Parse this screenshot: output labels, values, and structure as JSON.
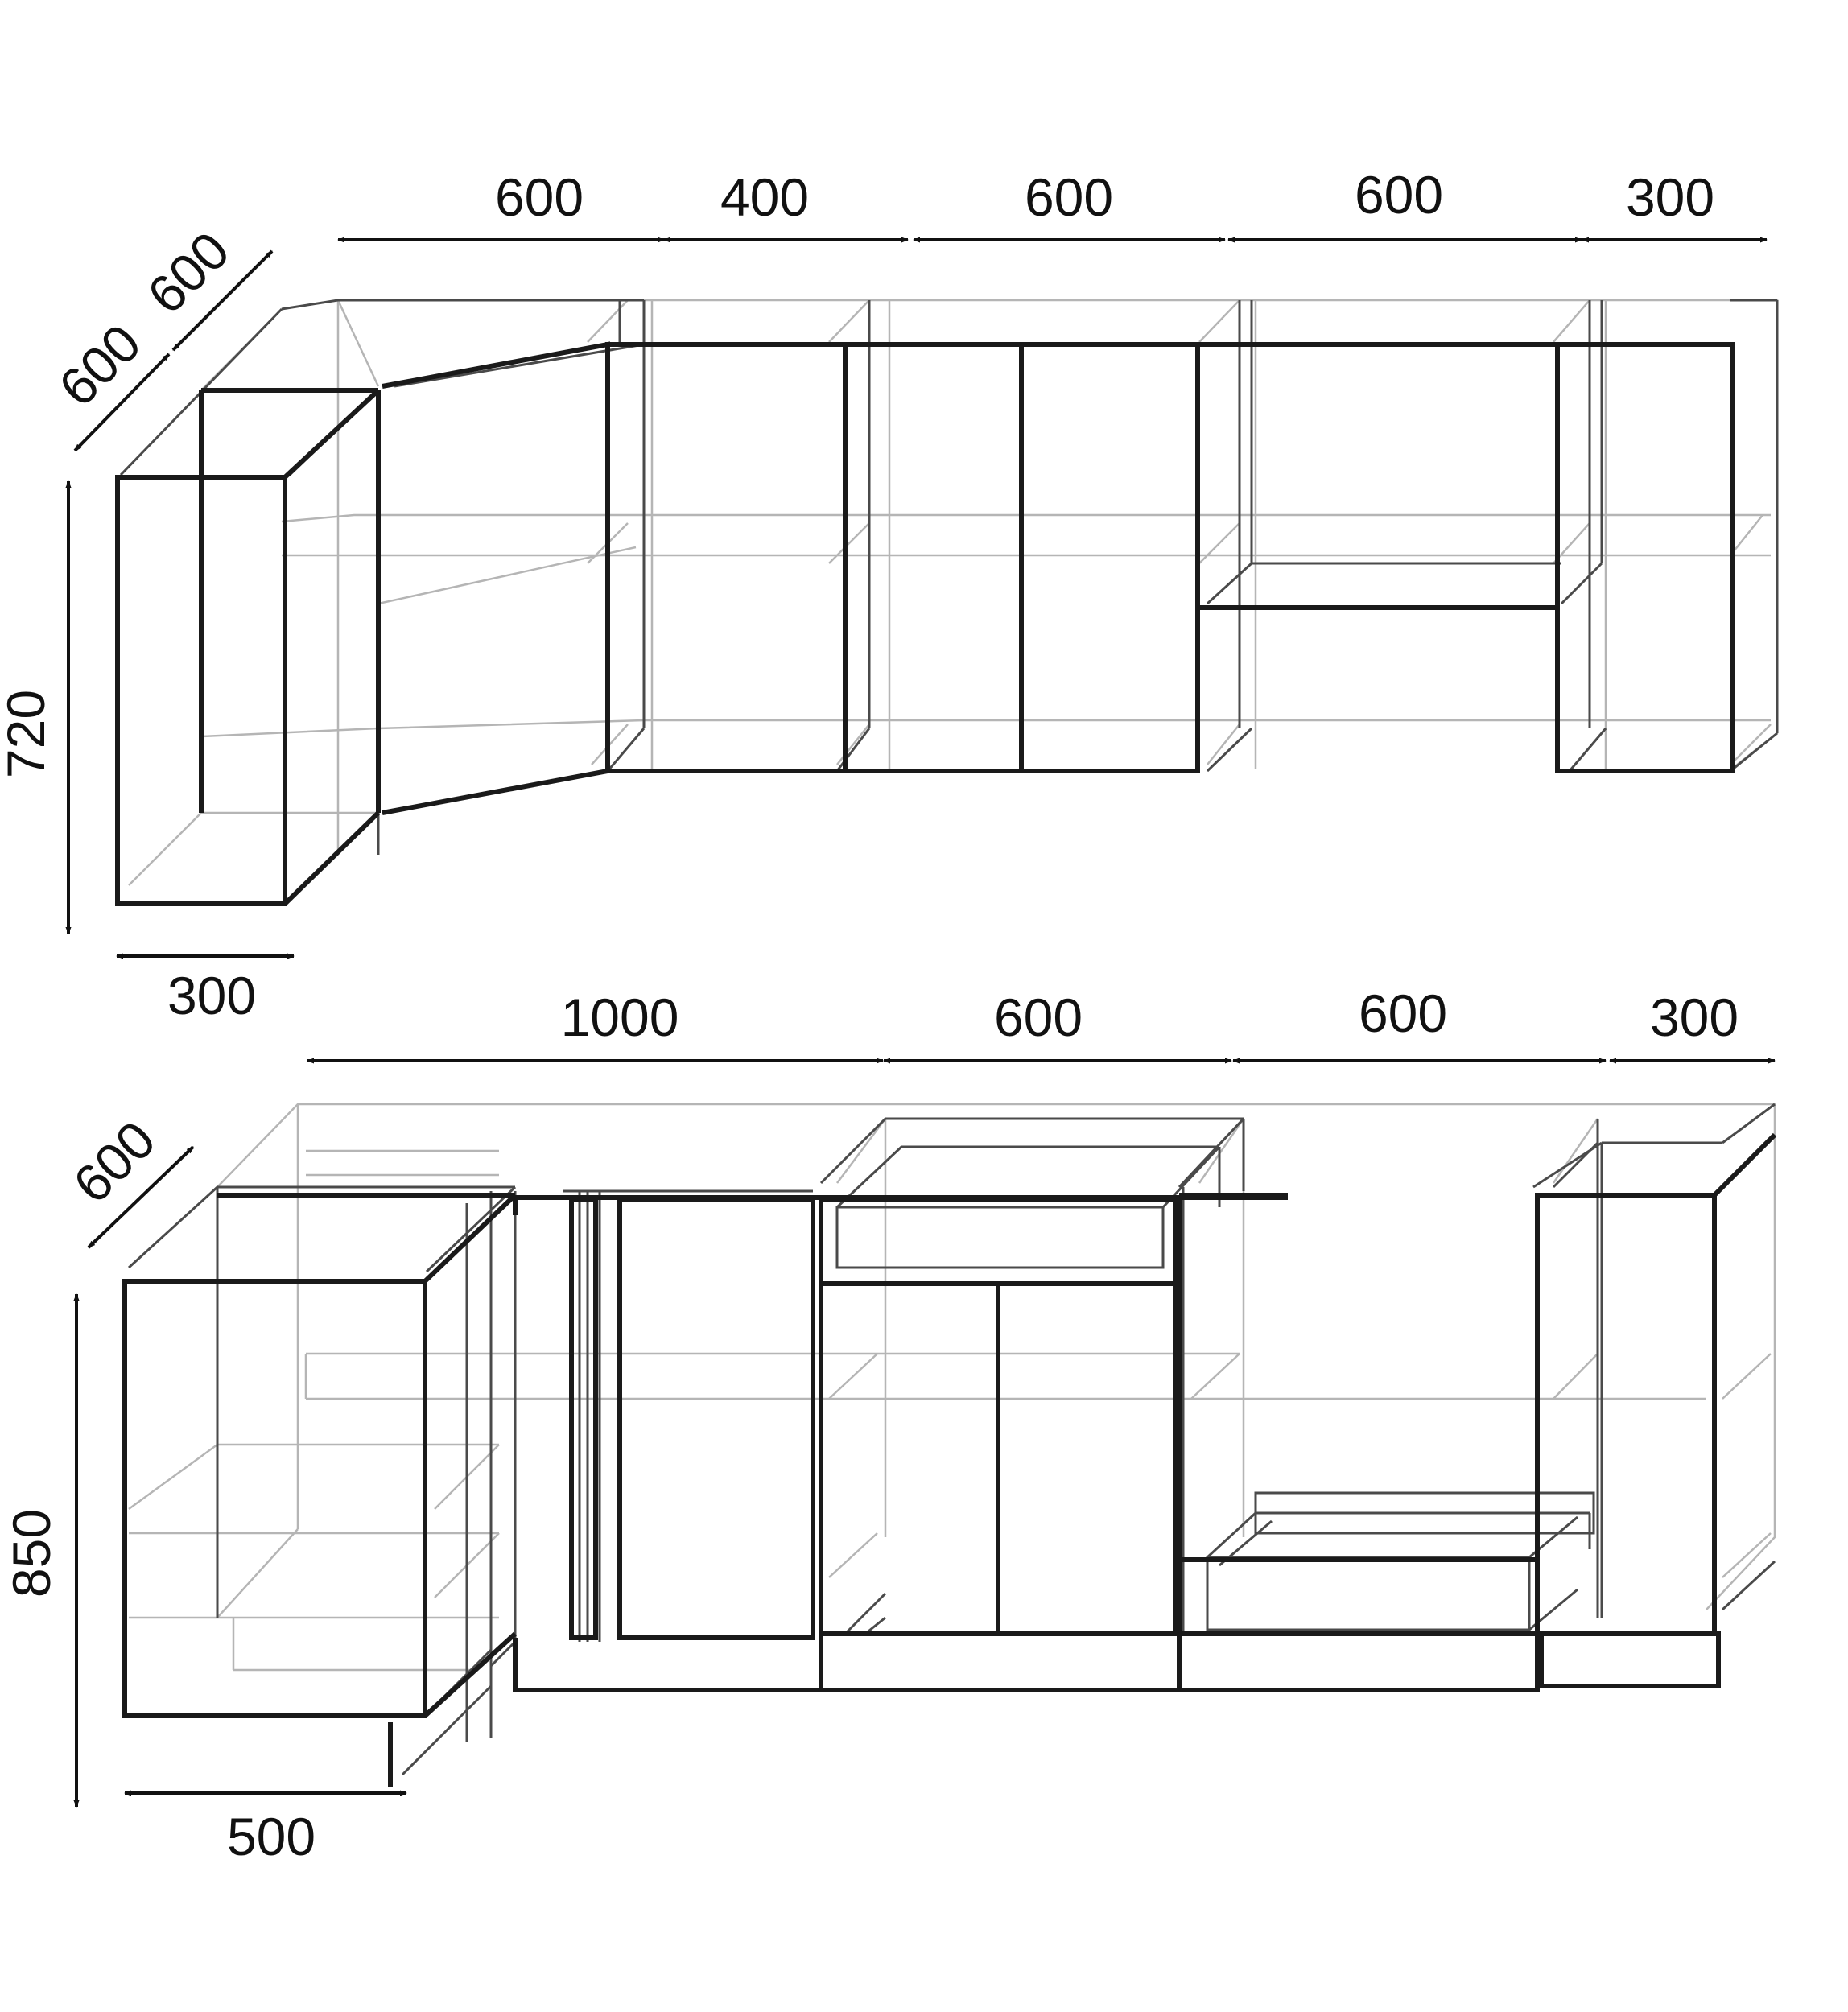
{
  "diagram": {
    "upper_cabinets": {
      "widths": [
        "600",
        "400",
        "600",
        "600",
        "300"
      ],
      "side_depths": [
        "600",
        "600"
      ],
      "height": "720",
      "corner_width": "300"
    },
    "base_cabinets": {
      "widths": [
        "1000",
        "600",
        "600",
        "300"
      ],
      "depth": "600",
      "height": "850",
      "corner_width": "500"
    }
  },
  "colors": {
    "line_dark": "#1a1a1a",
    "line_mid": "#4a4a4a",
    "line_light": "#8c8c8c",
    "line_faint": "#b5b5b5",
    "text": "#111111",
    "background": "#ffffff"
  }
}
